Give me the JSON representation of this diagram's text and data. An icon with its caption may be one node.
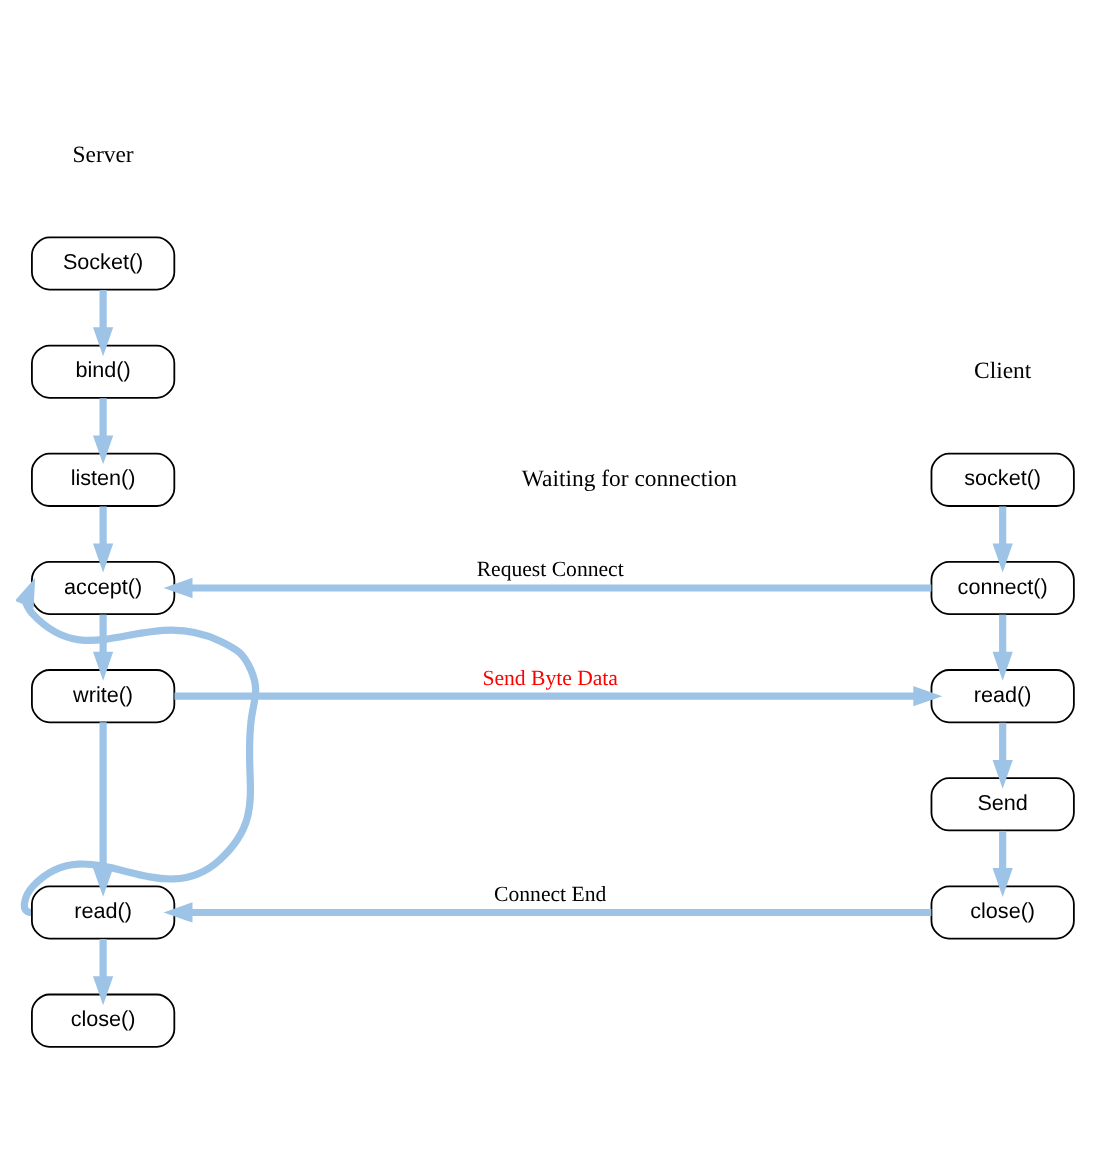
{
  "diagram": {
    "nodes": [
      {
        "text": [
          "Socket()"
        ]
      },
      {
        "text": [
          "bind()"
        ]
      },
      {
        "text": [
          "listen()"
        ]
      },
      {
        "text": [
          "accept()"
        ]
      },
      {
        "text": [
          "write()"
        ]
      },
      {
        "text": [
          "read()"
        ]
      },
      {
        "text": [
          "close()"
        ]
      },
      {
        "text": [
          "socket()"
        ]
      },
      {
        "text": [
          "connect()"
        ]
      },
      {
        "text": [
          "read()"
        ]
      },
      {
        "text": [
          "Send"
        ]
      },
      {
        "text": [
          "close()"
        ]
      }
    ],
    "edges": [
      {
        "from": 0,
        "to": 1,
        "arrow": "to"
      },
      {
        "from": 1,
        "to": 2,
        "arrow": "to"
      },
      {
        "from": 2,
        "to": 3,
        "arrow": "to"
      },
      {
        "from": 3,
        "to": 4,
        "arrow": "to"
      },
      {
        "from": 4,
        "to": 5,
        "arrow": "to"
      },
      {
        "from": 5,
        "to": 6,
        "arrow": "to"
      },
      {
        "from": 5,
        "to": 3,
        "arrow": "to"
      },
      {
        "from": 7,
        "to": 8,
        "arrow": "to"
      },
      {
        "from": 8,
        "to": 9,
        "arrow": "to"
      },
      {
        "from": 9,
        "to": 10,
        "arrow": "to"
      },
      {
        "from": 10,
        "to": 11,
        "arrow": "to"
      },
      {
        "from": 8,
        "to": 3,
        "arrow": "to",
        "label": "Request Connect"
      },
      {
        "from": 4,
        "to": 9,
        "arrow": "to",
        "label": "Send Byte Data"
      },
      {
        "from": 11,
        "to": 5,
        "arrow": "to",
        "label": "Connect End"
      }
    ],
    "labels": [
      "Server",
      "Client",
      "Waiting for connection"
    ]
  }
}
